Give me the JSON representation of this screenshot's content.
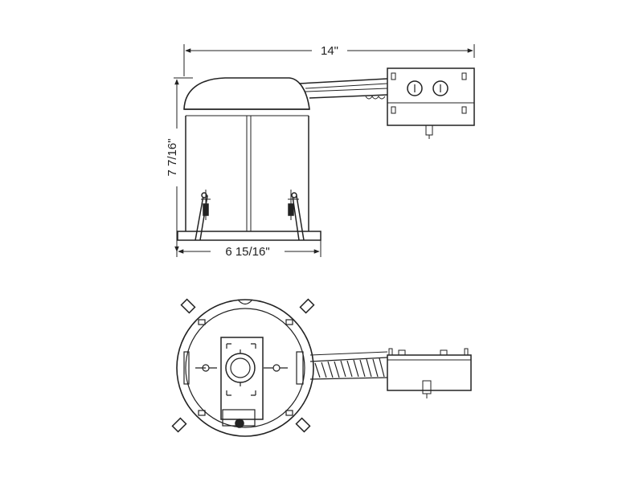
{
  "dimensions": {
    "overall_width": "14\"",
    "height": "7 7/16\"",
    "base_width": "6 15/16\""
  },
  "colors": {
    "line": "#222222",
    "background": "#ffffff"
  }
}
